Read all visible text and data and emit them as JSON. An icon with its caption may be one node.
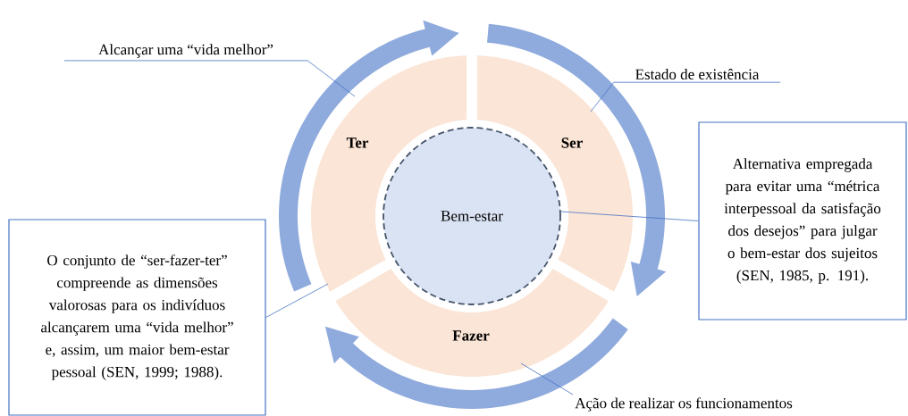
{
  "diagram": {
    "nodes": [
      {
        "text": [
          "Alcançar uma “vida melhor”"
        ]
      },
      {
        "text": [
          "Estado de existência"
        ]
      },
      {
        "text": [
          "Ter"
        ]
      },
      {
        "text": [
          "Ser"
        ]
      },
      {
        "text": [
          "Bem-estar"
        ]
      },
      {
        "text": [
          "Alternativa empregada para evitar uma “métrica interpessoal da satisfação dos desejos” para julgar o bem-estar dos sujeitos (SEN, 1985, p. 191)."
        ]
      },
      {
        "text": [
          "O conjunto de “ser-fazer-ter” compreende as dimensões valorosas para os indivíduos alcançarem uma “vida melhor” e, assim, um maior bem-estar pessoal (SEN, 1999; 1988)."
        ]
      },
      {
        "text": [
          "Fazer"
        ]
      },
      {
        "text": [
          "Ação de realizar os funcionamentos"
        ]
      },
      {
        "text": [],
        "shape": "arrow"
      },
      {
        "text": [],
        "shape": "arrow"
      },
      {
        "text": [],
        "shape": "arrow"
      }
    ],
    "edges": [
      {
        "from": 0,
        "to": 2,
        "arrow": "none"
      },
      {
        "from": 1,
        "to": 3,
        "arrow": "none"
      },
      {
        "from": 5,
        "to": 4,
        "arrow": "none"
      },
      {
        "from": 6,
        "to": 2,
        "arrow": "none"
      },
      {
        "from": 8,
        "to": 7,
        "arrow": "none"
      }
    ]
  }
}
